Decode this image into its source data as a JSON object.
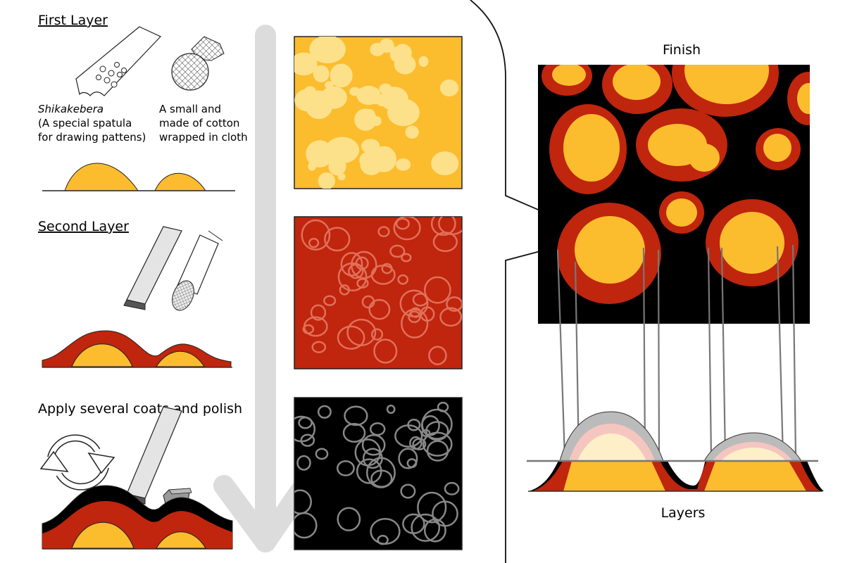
{
  "left_column": {
    "first_layer": {
      "heading": "First Layer",
      "tool_1_name": "Shikakebera",
      "tool_1_desc_line1": "(A special spatula",
      "tool_1_desc_line2": "for drawing pattens)",
      "tool_2_desc_line1": "A small and",
      "tool_2_desc_line2": "made of cotton",
      "tool_2_desc_line3": "wrapped in cloth"
    },
    "second_layer": {
      "heading": "Second Layer"
    },
    "third_step": {
      "heading": "Apply several coats and polish"
    }
  },
  "right_panel": {
    "finish_label": "Finish",
    "layers_label": "Layers"
  },
  "colors": {
    "yellow": "#fbbd2e",
    "pale_yellow": "#fde08a",
    "red": "#c0250d",
    "light_red": "#e0705a",
    "black": "#000000",
    "grey_arrow": "#dcdcdc",
    "grey_stroke": "#777777"
  },
  "icons": [
    "spatula-icon",
    "cotton-ball-icon",
    "whetstone-icon",
    "brush-icon",
    "cycle-arrows-icon",
    "polish-block-icon"
  ]
}
